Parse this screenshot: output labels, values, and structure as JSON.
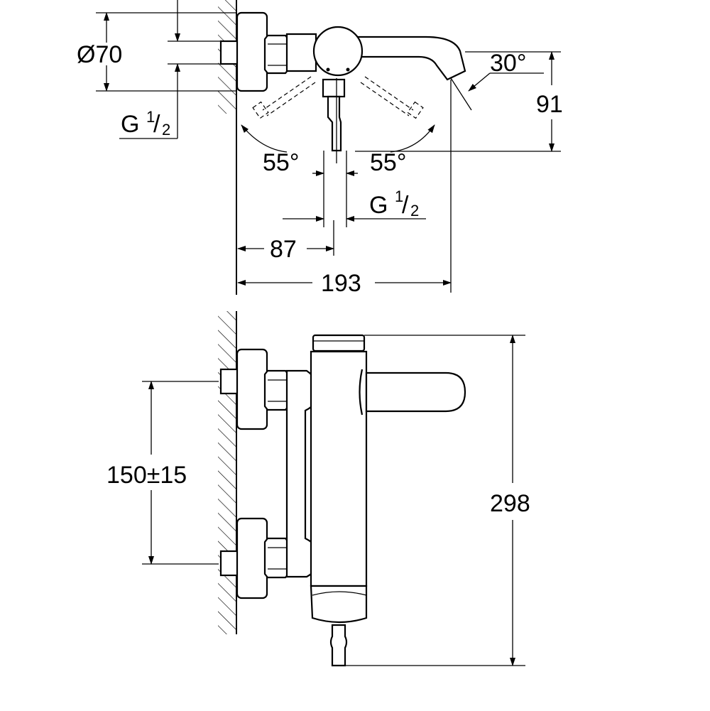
{
  "top_view": {
    "diameter_label": "Ø70",
    "inlet_thread_label": {
      "base": "G",
      "num": "1",
      "den": "2"
    },
    "spout_angle_label": "30°",
    "height_label": "91",
    "left_angle_label": "55°",
    "right_angle_label": "55°",
    "outlet_thread_label": {
      "base": "G",
      "num": "1",
      "den": "2"
    },
    "outlet_offset_label": "87",
    "total_depth_label": "193"
  },
  "front_view": {
    "inlet_spacing_label": "150±15",
    "total_height_label": "298"
  }
}
